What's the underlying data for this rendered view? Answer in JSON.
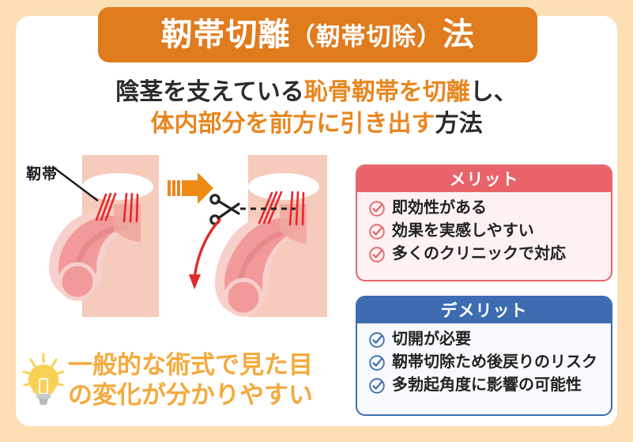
{
  "colors": {
    "page_background": "#FDDFB6",
    "card_background": "#FFFFFF",
    "title_banner": "#E07B1E",
    "accent_orange": "#E8861F",
    "callout_orange": "#F5A93C",
    "merit_red": "#E8646A",
    "merit_tint": "#FDF1F2",
    "demerit_blue": "#3D6CB0",
    "demerit_tint": "#F7F9FC",
    "skin": "#F6CBBB",
    "organ_pink": "#F29A9A",
    "ligament_red": "#E8262D",
    "bulb_yellow": "#F8D154"
  },
  "title": {
    "main_before": "靭帯切離",
    "paren_open": "（",
    "paren_text": "靭帯切除",
    "paren_close": "）",
    "main_after": "法",
    "full": "靭帯切離（靭帯切除）法"
  },
  "subtitle": {
    "line1_plain_a": "陰茎を支えている",
    "line1_highlight": "恥骨靭帯を切離",
    "line1_plain_b": "し、",
    "line2_highlight": "体内部分を前方に引き出す",
    "line2_plain": "方法",
    "full": "陰茎を支えている恥骨靭帯を切離し、体内部分を前方に引き出す方法"
  },
  "illustration": {
    "ligament_label": "靭帯",
    "before_icon": "anatomy-before-diagram",
    "after_icon": "anatomy-after-diagram",
    "transition_arrow_icon": "orange-right-arrow-icon",
    "scissors_icon": "scissors-icon",
    "cut_line_icon": "dashed-cut-line",
    "pull_arrow_icon": "red-curved-arrow-icon"
  },
  "merit": {
    "heading": "メリット",
    "check_icon": "circle-check-icon",
    "items": [
      "即効性がある",
      "効果を実感しやすい",
      "多くのクリニックで対応"
    ]
  },
  "demerit": {
    "heading": "デメリット",
    "check_icon": "circle-check-icon",
    "items": [
      "切開が必要",
      "靭帯切除ため後戻りのリスク",
      "多勃起角度に影響の可能性"
    ]
  },
  "callout": {
    "icon": "lightbulb-icon",
    "line1": "一般的な術式で見た目",
    "line2": "の変化が分かりやすい",
    "full": "一般的な術式で見た目の変化が分かりやすい"
  }
}
